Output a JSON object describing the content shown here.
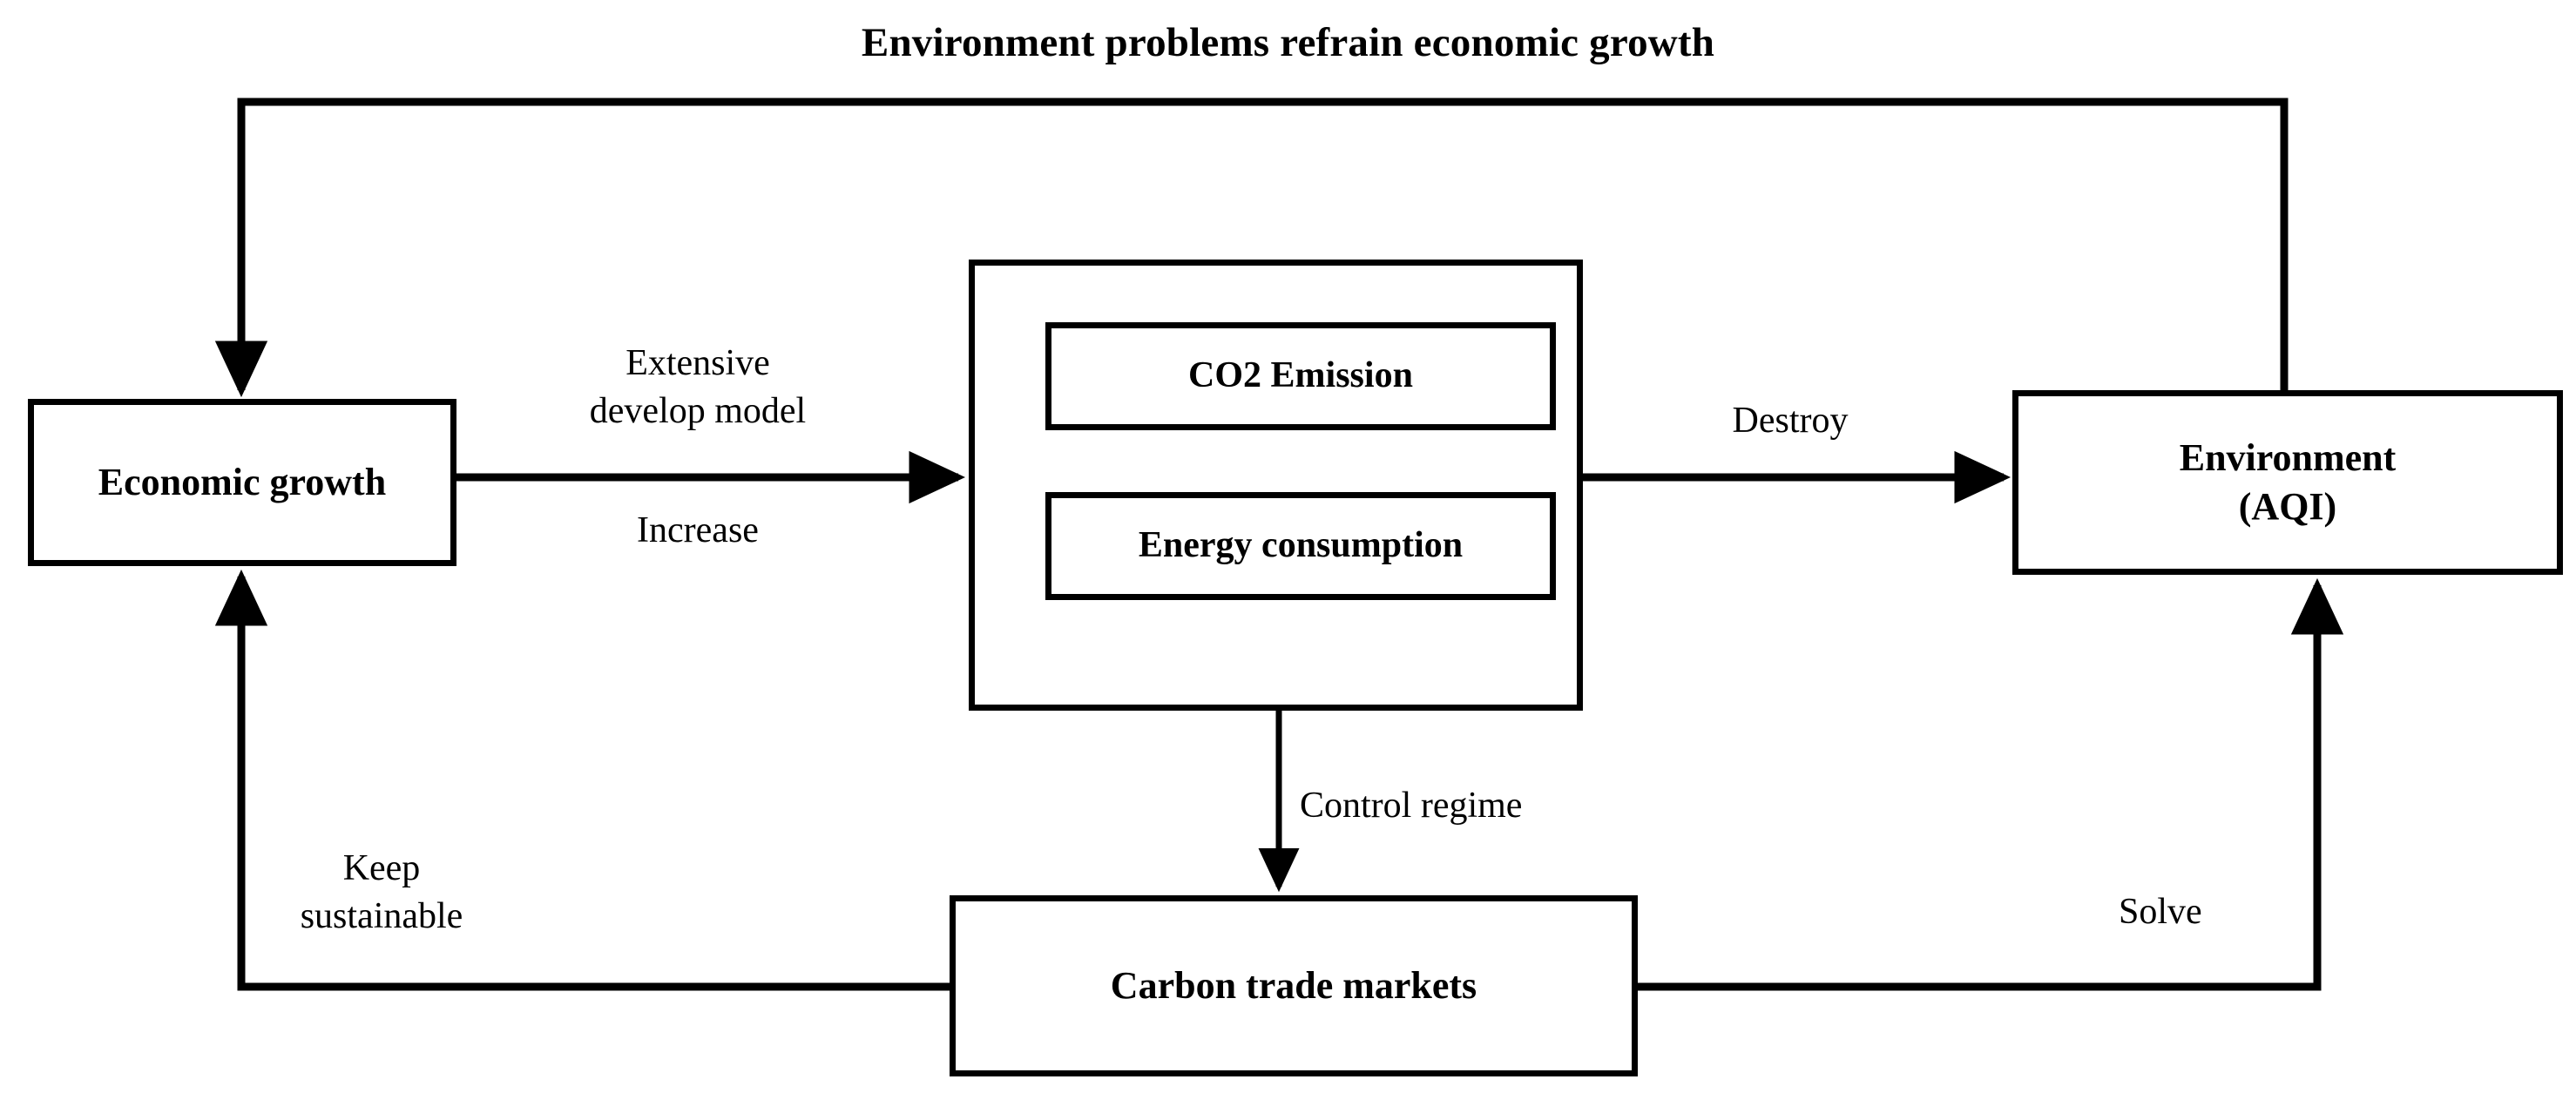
{
  "diagram": {
    "title": "Environment problems refrain economic growth",
    "type": "flow-diagram",
    "background_color": "#ffffff",
    "stroke_color": "#000000"
  },
  "nodes": {
    "economic_growth": {
      "label": "Economic growth"
    },
    "environment": {
      "label": "Environment\n(AQI)",
      "line1": "Environment",
      "line2": "(AQI)"
    },
    "carbon_market": {
      "label": "Carbon trade markets"
    },
    "co2_emission": {
      "label": "CO2 Emission"
    },
    "energy_consumption": {
      "label": "Energy consumption"
    },
    "emissions_group": {
      "label": ""
    }
  },
  "edge_labels": {
    "extensive_develop_model": "Extensive\ndevelop model",
    "increase": "Increase",
    "destroy": "Destroy",
    "control_regime": "Control regime",
    "keep_sustainable": "Keep\nsustainable",
    "solve": "Solve"
  },
  "chart_data": {
    "type": "diagram",
    "title": "Environment problems refrain economic growth",
    "nodes": [
      {
        "id": "economic_growth",
        "label": "Economic growth"
      },
      {
        "id": "emissions_group",
        "label": "",
        "children": [
          "co2_emission",
          "energy_consumption"
        ]
      },
      {
        "id": "co2_emission",
        "label": "CO2 Emission"
      },
      {
        "id": "energy_consumption",
        "label": "Energy consumption"
      },
      {
        "id": "environment",
        "label": "Environment (AQI)"
      },
      {
        "id": "carbon_market",
        "label": "Carbon trade markets"
      }
    ],
    "edges": [
      {
        "from": "economic_growth",
        "to": "emissions_group",
        "label": "Extensive develop model / Increase",
        "direction": "right"
      },
      {
        "from": "emissions_group",
        "to": "environment",
        "label": "Destroy",
        "direction": "right"
      },
      {
        "from": "emissions_group",
        "to": "carbon_market",
        "label": "Control regime",
        "direction": "down"
      },
      {
        "from": "carbon_market",
        "to": "economic_growth",
        "label": "Keep sustainable",
        "direction": "left-up"
      },
      {
        "from": "carbon_market",
        "to": "environment",
        "label": "Solve",
        "direction": "right-up"
      },
      {
        "from": "environment",
        "to": "economic_growth",
        "label": "Environment problems refrain economic growth",
        "direction": "top-loop"
      }
    ]
  }
}
